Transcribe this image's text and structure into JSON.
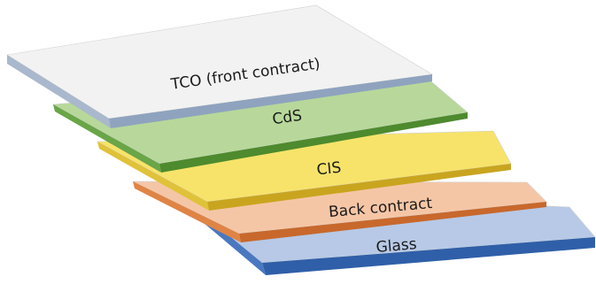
{
  "layers": [
    {
      "id": "glass",
      "label": "Glass",
      "top": "#b7c9e6",
      "front": "#2f5fa8",
      "side": "#4a78c0"
    },
    {
      "id": "back",
      "label": "Back contract",
      "top": "#f5c6a6",
      "front": "#c8682c",
      "side": "#e08445"
    },
    {
      "id": "cis",
      "label": "CIS",
      "top": "#f7e36a",
      "front": "#c9a51f",
      "side": "#e0c23a"
    },
    {
      "id": "cds",
      "label": "CdS",
      "top": "#b7d89a",
      "front": "#4e8a2e",
      "side": "#6aa548"
    },
    {
      "id": "tco",
      "label": "TCO (front contract)",
      "top": "#f2f2f2",
      "front": "#8fa3bf",
      "side": "#a9b8cc"
    }
  ]
}
